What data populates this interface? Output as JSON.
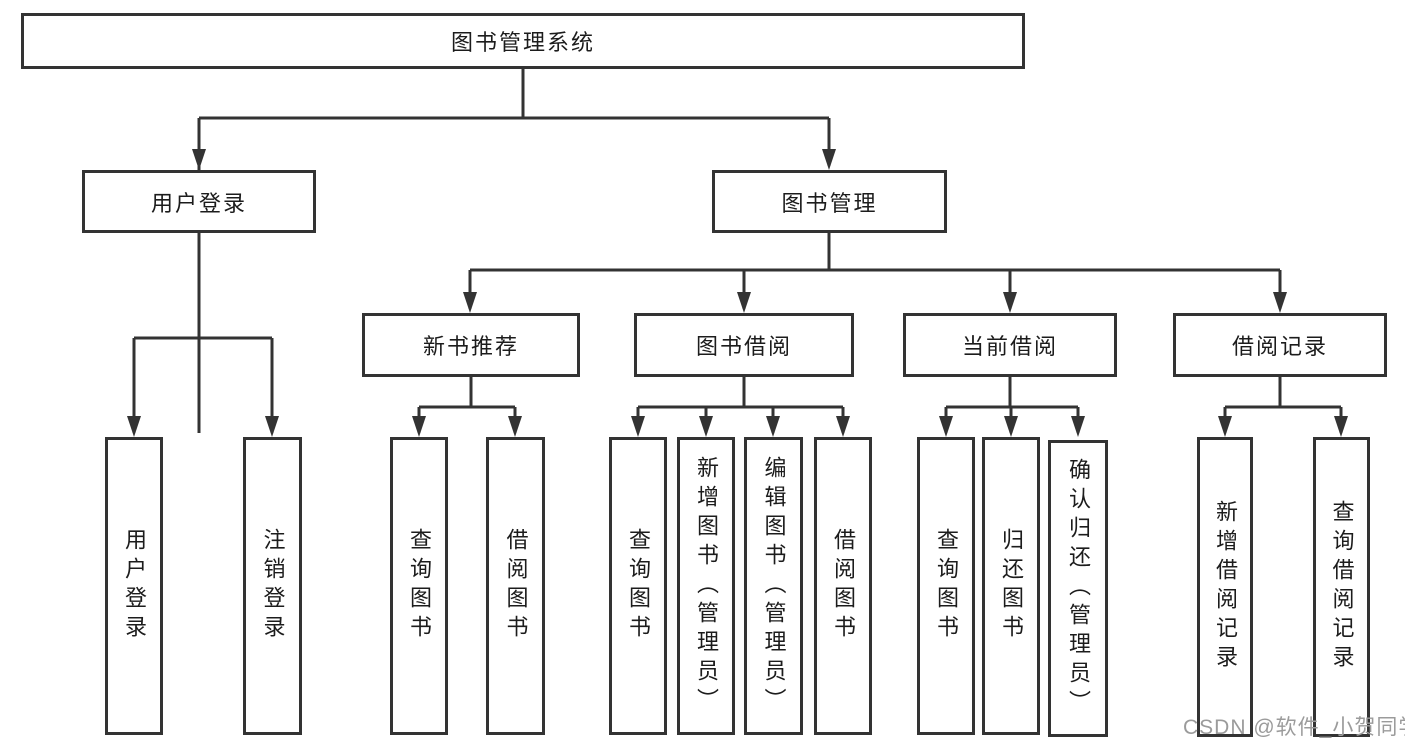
{
  "diagram": {
    "type": "hierarchy-tree",
    "root": {
      "label": "图书管理系统",
      "children": [
        {
          "label": "用户登录",
          "children": [
            {
              "label": "用户登录"
            },
            {
              "label": "注销登录"
            }
          ]
        },
        {
          "label": "图书管理",
          "children": [
            {
              "label": "新书推荐",
              "children": [
                {
                  "label": "查询图书"
                },
                {
                  "label": "借阅图书"
                }
              ]
            },
            {
              "label": "图书借阅",
              "children": [
                {
                  "label": "查询图书"
                },
                {
                  "label": "新增图书（管理员）"
                },
                {
                  "label": "编辑图书（管理员）"
                },
                {
                  "label": "借阅图书"
                }
              ]
            },
            {
              "label": "当前借阅",
              "children": [
                {
                  "label": "查询图书"
                },
                {
                  "label": "归还图书"
                },
                {
                  "label": "确认归还（管理员）"
                }
              ]
            },
            {
              "label": "借阅记录",
              "children": [
                {
                  "label": "新增借阅记录"
                },
                {
                  "label": "查询借阅记录"
                }
              ]
            }
          ]
        }
      ]
    }
  },
  "watermark": {
    "text": "CSDN @软件_小贺同学",
    "color": "#9b9b9b"
  },
  "colors": {
    "background": "#ffffff",
    "line": "#333333",
    "box_border": "#333333",
    "text": "#1c1c1c"
  }
}
